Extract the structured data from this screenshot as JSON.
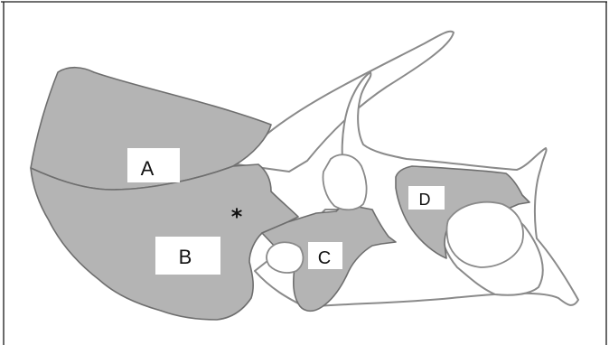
{
  "labels": {
    "a": "A",
    "b": "B",
    "c": "C",
    "d": "D"
  },
  "marker": "*",
  "colors": {
    "region_fill": "#b4b4b4",
    "region_stroke": "#6e6e6e",
    "bone_outline": "#8a8a8a",
    "background": "#ffffff"
  }
}
